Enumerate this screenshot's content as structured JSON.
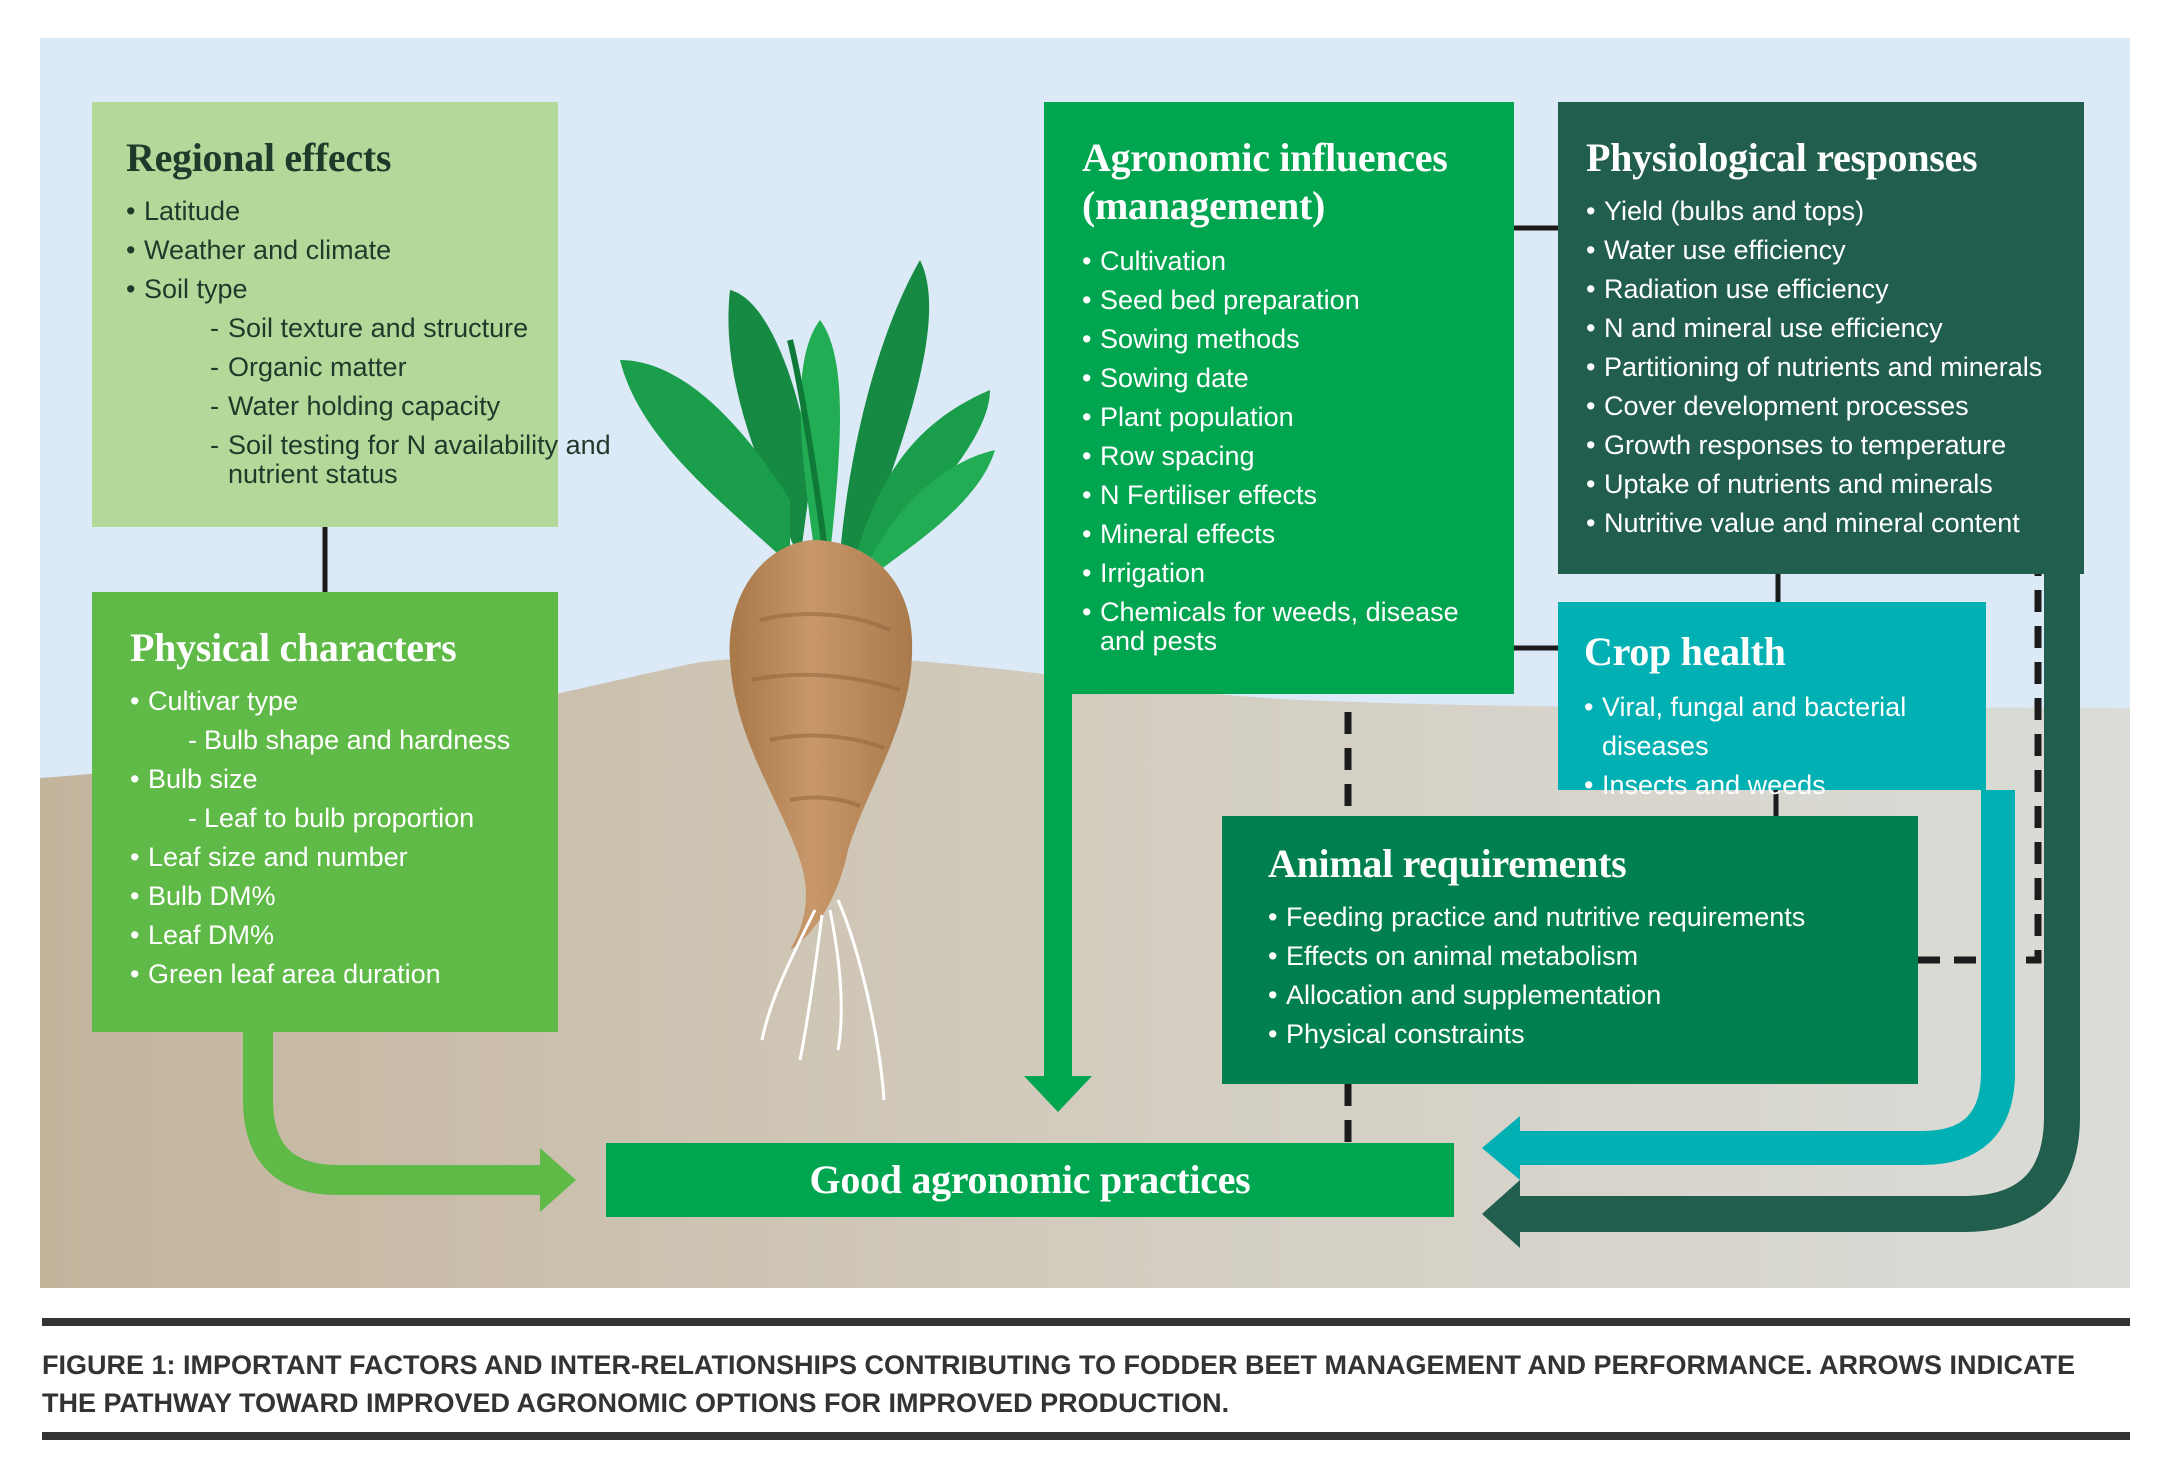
{
  "colors": {
    "sky": "#dbeaf6",
    "soil": "#c9bfae",
    "regional": "#b2d99a",
    "physical": "#5fba47",
    "agronomic": "#00a550",
    "physiological": "#215e4e",
    "crop_health": "#00b0b2",
    "animal": "#00804f",
    "beet_root": "#c08a58",
    "beet_leaf": "#1b9e4b"
  },
  "boxes": {
    "regional": {
      "title": "Regional effects",
      "items": [
        "Latitude",
        "Weather and climate",
        "Soil type"
      ],
      "subitems": [
        "Soil texture and structure",
        "Organic matter",
        "Water holding capacity",
        "Soil testing for N availability and nutrient status"
      ]
    },
    "physical": {
      "title": "Physical characters",
      "items": [
        "Cultivar type",
        "Bulb shape and hardness",
        "Bulb size",
        "Leaf to bulb proportion",
        "Leaf size and number",
        "Bulb DM%",
        "Leaf DM%",
        "Green leaf area duration"
      ]
    },
    "agronomic": {
      "title_line1": "Agronomic influences",
      "title_line2": "(management)",
      "items": [
        "Cultivation",
        "Seed bed preparation",
        "Sowing methods",
        "Sowing date",
        "Plant population",
        "Row spacing",
        "N Fertiliser effects",
        "Mineral effects",
        "Irrigation",
        "Chemicals for weeds, disease and pests"
      ]
    },
    "physiological": {
      "title": "Physiological responses",
      "items": [
        "Yield (bulbs and tops)",
        "Water use efficiency",
        "Radiation use efficiency",
        "N and mineral use efficiency",
        "Partitioning of nutrients and minerals",
        "Cover development processes",
        "Growth responses to temperature",
        "Uptake of nutrients and minerals",
        "Nutritive value and mineral content"
      ]
    },
    "crop_health": {
      "title": "Crop health",
      "items": [
        "Viral, fungal and bacterial diseases",
        "Insects and weeds"
      ]
    },
    "animal": {
      "title": "Animal requirements",
      "items": [
        "Feeding practice and nutritive requirements",
        "Effects on animal metabolism",
        "Allocation and supplementation",
        "Physical constraints"
      ]
    },
    "good_practices": {
      "title": "Good agronomic practices"
    }
  },
  "caption": {
    "line1": "FIGURE 1: IMPORTANT FACTORS AND INTER-RELATIONSHIPS CONTRIBUTING TO FODDER BEET MANAGEMENT AND PERFORMANCE. ARROWS INDICATE",
    "line2": "THE PATHWAY TOWARD IMPROVED AGRONOMIC OPTIONS FOR IMPROVED PRODUCTION."
  }
}
